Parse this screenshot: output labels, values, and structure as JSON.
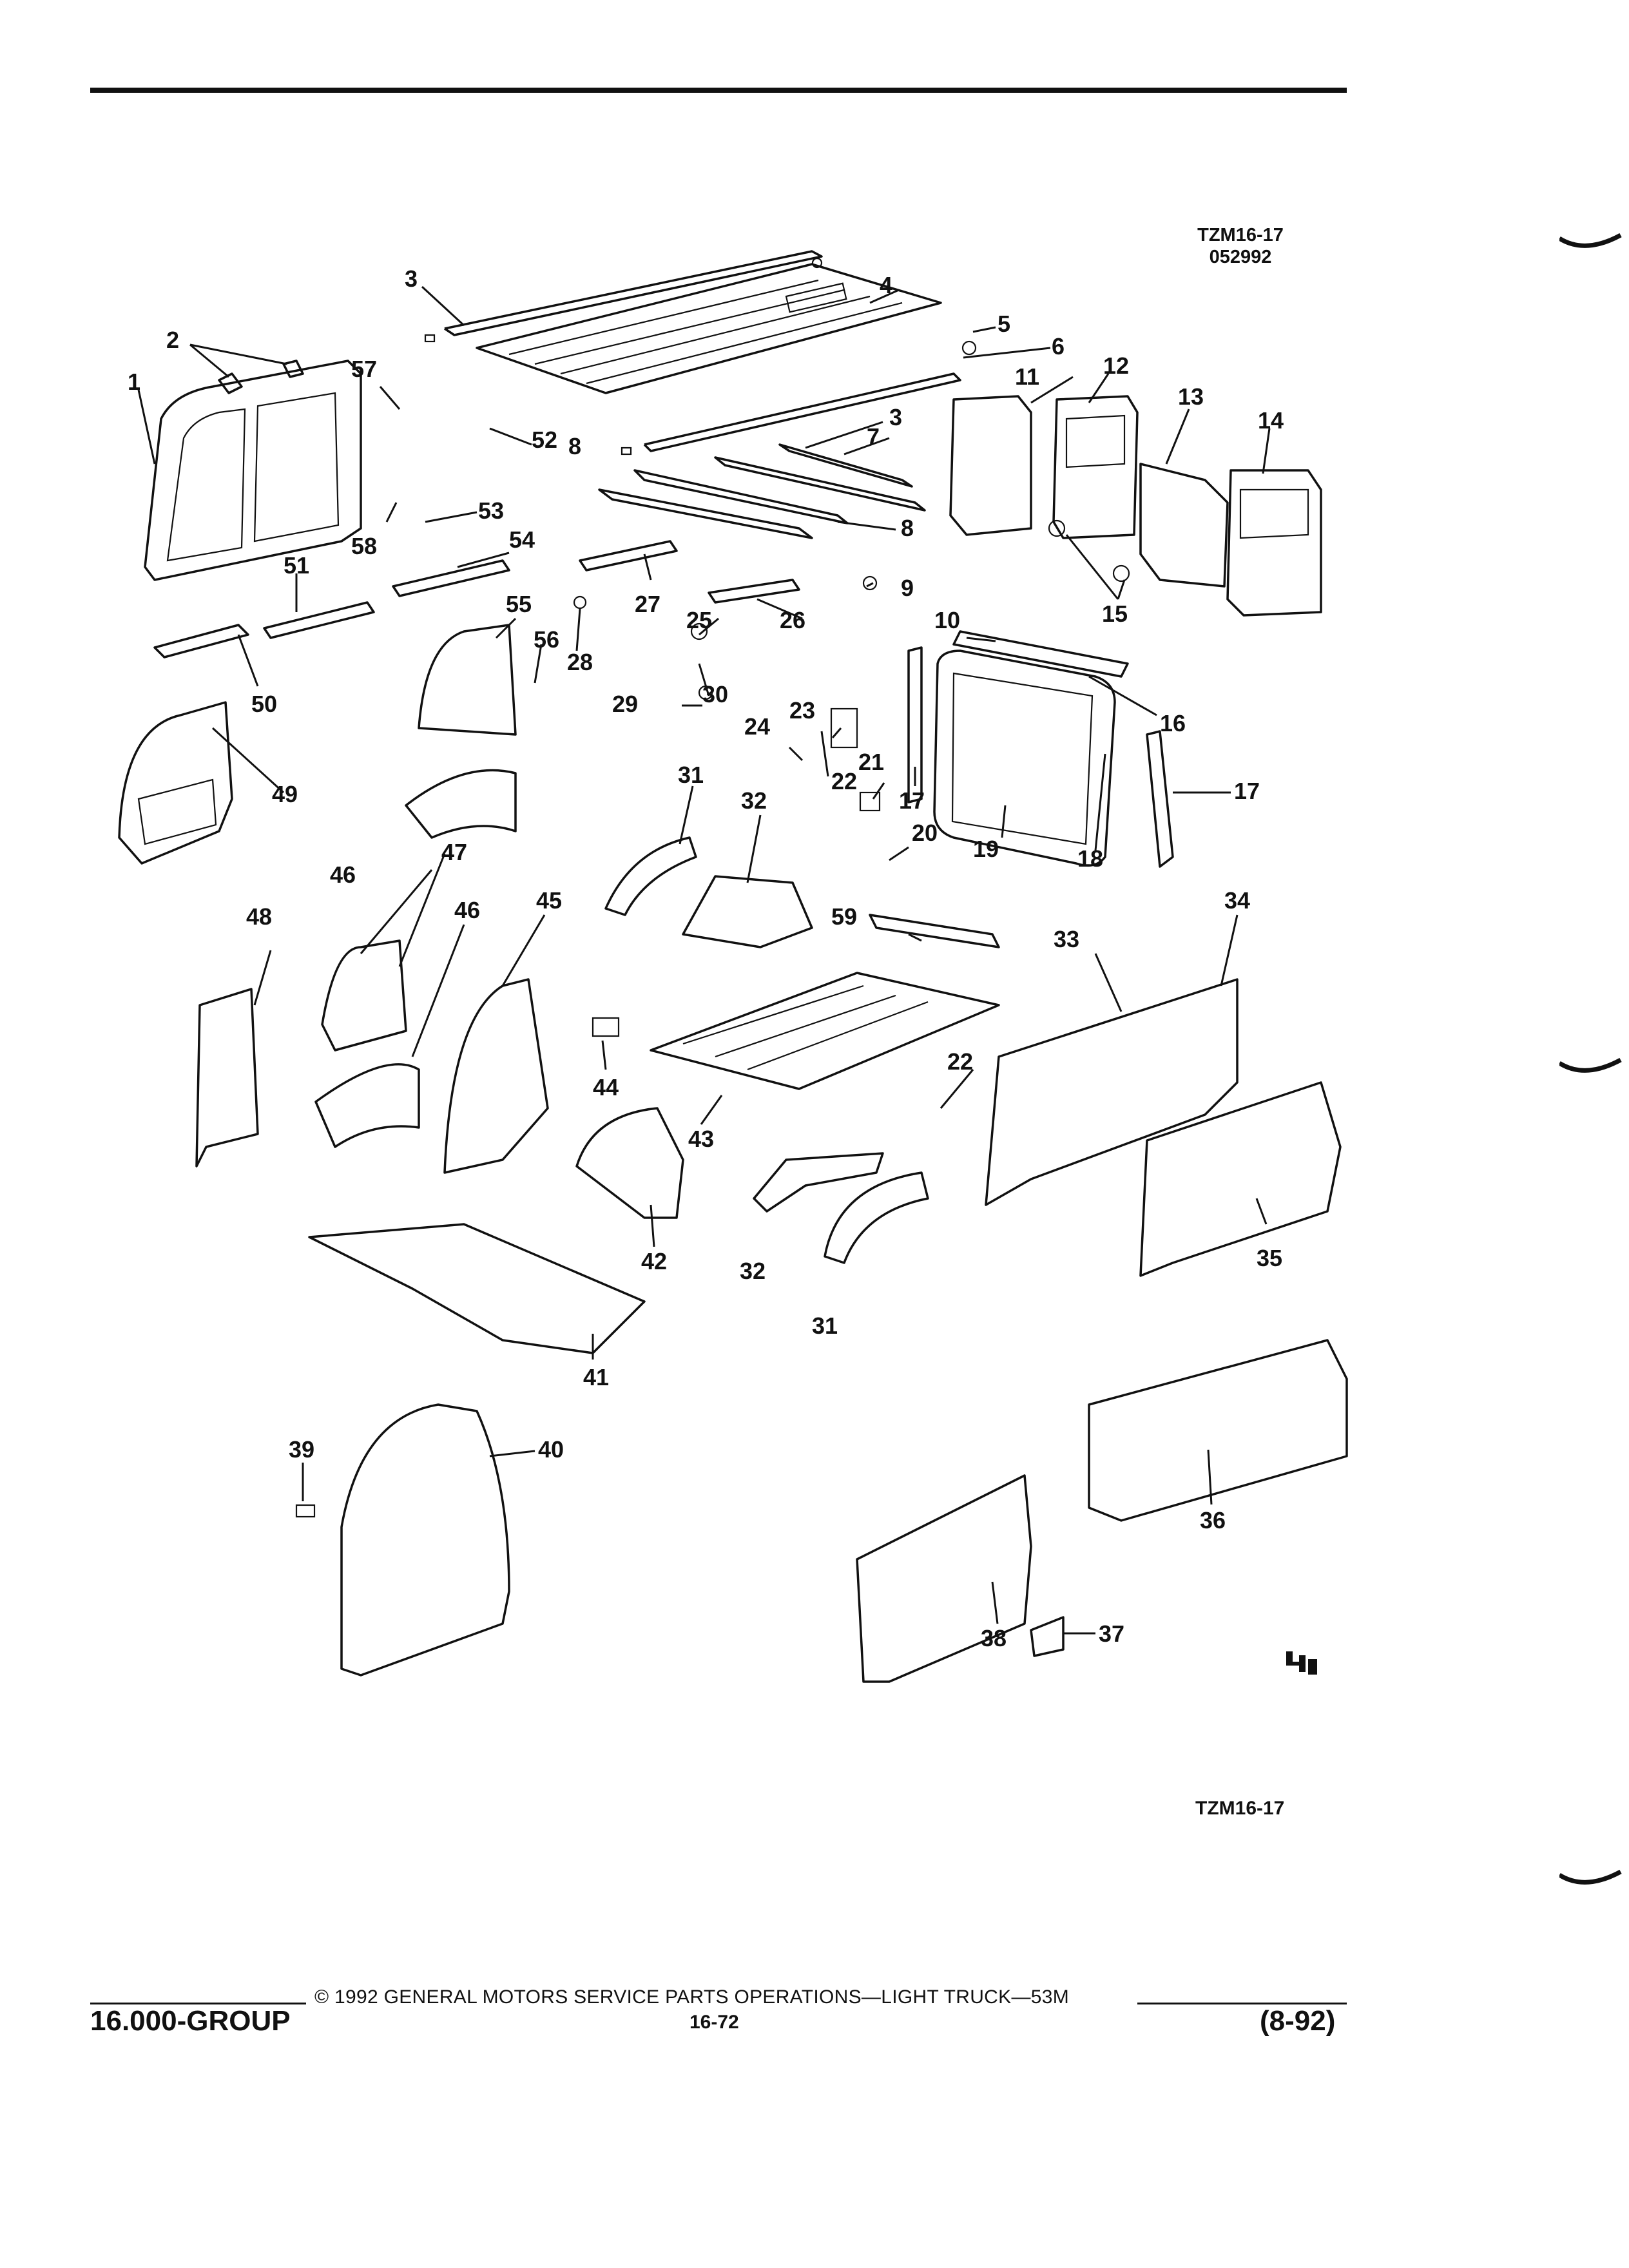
{
  "header": {
    "ref_top": "TZM16-17",
    "ref_date": "052992"
  },
  "diagram": {
    "labels": [
      {
        "id": "l1",
        "text": "1"
      },
      {
        "id": "l2",
        "text": "2"
      },
      {
        "id": "l3a",
        "text": "3"
      },
      {
        "id": "l3b",
        "text": "3"
      },
      {
        "id": "l4",
        "text": "4"
      },
      {
        "id": "l5",
        "text": "5"
      },
      {
        "id": "l6",
        "text": "6"
      },
      {
        "id": "l7",
        "text": "7"
      },
      {
        "id": "l8a",
        "text": "8"
      },
      {
        "id": "l8b",
        "text": "8"
      },
      {
        "id": "l9",
        "text": "9"
      },
      {
        "id": "l10",
        "text": "10"
      },
      {
        "id": "l11",
        "text": "11"
      },
      {
        "id": "l12",
        "text": "12"
      },
      {
        "id": "l13",
        "text": "13"
      },
      {
        "id": "l14",
        "text": "14"
      },
      {
        "id": "l15",
        "text": "15"
      },
      {
        "id": "l16",
        "text": "16"
      },
      {
        "id": "l17a",
        "text": "17"
      },
      {
        "id": "l17b",
        "text": "17"
      },
      {
        "id": "l18",
        "text": "18"
      },
      {
        "id": "l19",
        "text": "19"
      },
      {
        "id": "l20",
        "text": "20"
      },
      {
        "id": "l21",
        "text": "21"
      },
      {
        "id": "l22a",
        "text": "22"
      },
      {
        "id": "l22b",
        "text": "22"
      },
      {
        "id": "l23",
        "text": "23"
      },
      {
        "id": "l24",
        "text": "24"
      },
      {
        "id": "l25",
        "text": "25"
      },
      {
        "id": "l26",
        "text": "26"
      },
      {
        "id": "l27",
        "text": "27"
      },
      {
        "id": "l28",
        "text": "28"
      },
      {
        "id": "l29",
        "text": "29"
      },
      {
        "id": "l30",
        "text": "30"
      },
      {
        "id": "l31a",
        "text": "31"
      },
      {
        "id": "l31b",
        "text": "31"
      },
      {
        "id": "l32a",
        "text": "32"
      },
      {
        "id": "l32b",
        "text": "32"
      },
      {
        "id": "l33",
        "text": "33"
      },
      {
        "id": "l34",
        "text": "34"
      },
      {
        "id": "l35",
        "text": "35"
      },
      {
        "id": "l36",
        "text": "36"
      },
      {
        "id": "l37",
        "text": "37"
      },
      {
        "id": "l38",
        "text": "38"
      },
      {
        "id": "l39",
        "text": "39"
      },
      {
        "id": "l40",
        "text": "40"
      },
      {
        "id": "l41",
        "text": "41"
      },
      {
        "id": "l42",
        "text": "42"
      },
      {
        "id": "l43",
        "text": "43"
      },
      {
        "id": "l44",
        "text": "44"
      },
      {
        "id": "l45",
        "text": "45"
      },
      {
        "id": "l46a",
        "text": "46"
      },
      {
        "id": "l46b",
        "text": "46"
      },
      {
        "id": "l47",
        "text": "47"
      },
      {
        "id": "l48",
        "text": "48"
      },
      {
        "id": "l49",
        "text": "49"
      },
      {
        "id": "l50",
        "text": "50"
      },
      {
        "id": "l51",
        "text": "51"
      },
      {
        "id": "l52",
        "text": "52"
      },
      {
        "id": "l53",
        "text": "53"
      },
      {
        "id": "l54",
        "text": "54"
      },
      {
        "id": "l55",
        "text": "55"
      },
      {
        "id": "l56",
        "text": "56"
      },
      {
        "id": "l57",
        "text": "57"
      },
      {
        "id": "l58",
        "text": "58"
      },
      {
        "id": "l59",
        "text": "59"
      }
    ]
  },
  "ref_bottom": "TZM16-17",
  "footer": {
    "copyright": "© 1992 GENERAL MOTORS SERVICE PARTS OPERATIONS—LIGHT TRUCK—53M",
    "group": "16.000-GROUP",
    "page": "16-72",
    "date": "(8-92)"
  }
}
